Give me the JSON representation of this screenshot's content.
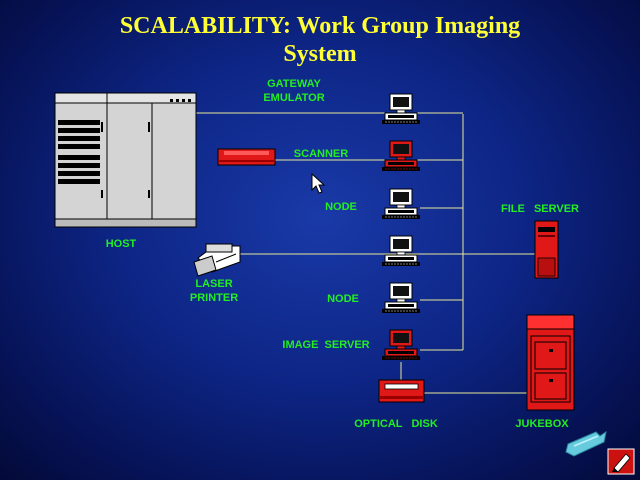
{
  "title": {
    "line1": "SCALABILITY: Work Group Imaging",
    "line2": "System"
  },
  "labels": {
    "gateway_line1": "GATEWAY",
    "gateway_line2": "EMULATOR",
    "scanner": "SCANNER",
    "node_1": "NODE",
    "host": "HOST",
    "file_server": "FILE   SERVER",
    "laser_line1": "LASER",
    "laser_line2": "PRINTER",
    "node_2": "NODE",
    "image_server": "IMAGE  SERVER",
    "optical_disk": "OPTICAL   DISK",
    "jukebox": "JUKEBOX"
  },
  "colors": {
    "background": "#0d2585",
    "title": "#ffff33",
    "label": "#22ee22",
    "connector": "#e8e89a",
    "device_red": "#e01818",
    "host_gray": "#d4d4d4"
  },
  "icons": [
    "host-computer-icon",
    "scanner-icon",
    "laser-printer-icon",
    "workstation-icon",
    "file-server-icon",
    "jukebox-icon",
    "optical-disk-icon",
    "mouse-pointer-icon",
    "nav-arrow-icon",
    "pen-tool-icon"
  ]
}
